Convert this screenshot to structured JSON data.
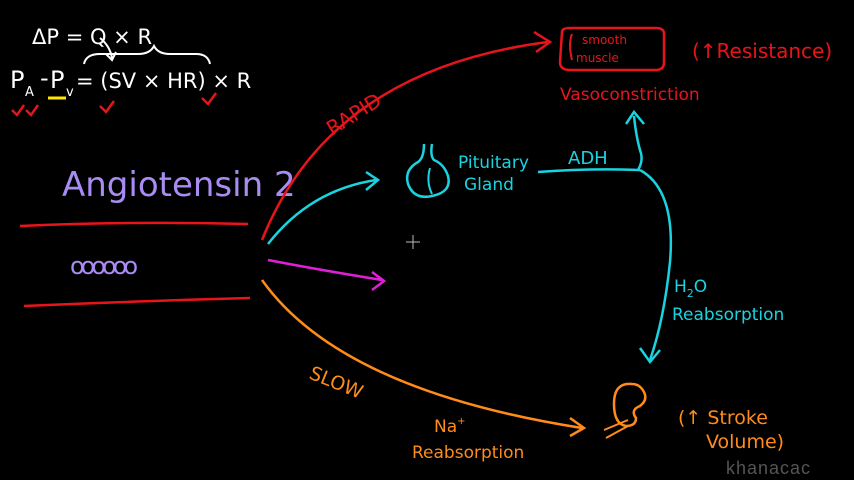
{
  "equations": {
    "line1": "ΔP = Q × R",
    "line2_pa": "P",
    "line2_pa_sub": "A",
    "line2_minus": "-",
    "line2_pv": "P",
    "line2_pv_sub": "v",
    "line2_rest": "= (SV × HR) × R"
  },
  "vessel": {
    "label": "Angiotensin 2",
    "molecule": "oooooo"
  },
  "pathways": {
    "rapid": "RAPID",
    "slow": "SLOW"
  },
  "smooth_muscle": {
    "line1": "smooth",
    "line2": "muscle"
  },
  "resistance": "(↑Resistance)",
  "vasoconstriction": "Vasoconstriction",
  "pituitary": {
    "line1": "Pituitary",
    "line2": "Gland"
  },
  "adh": "ADH",
  "h2o": {
    "h": "H",
    "sub": "2",
    "o": "O",
    "line2": "Reabsorption"
  },
  "sodium": {
    "line1": "Na",
    "sup": "+",
    "line2": "Reabsorption"
  },
  "stroke_volume": {
    "line1": "(↑ Stroke",
    "line2": "Volume)"
  },
  "watermark": "khanacac",
  "colors": {
    "red": "#e8141b",
    "cyan": "#1ad3e0",
    "magenta": "#e020d8",
    "orange": "#ff8c1a",
    "purple": "#a98cf2",
    "yellow": "#ffe600",
    "white": "#ffffff"
  }
}
